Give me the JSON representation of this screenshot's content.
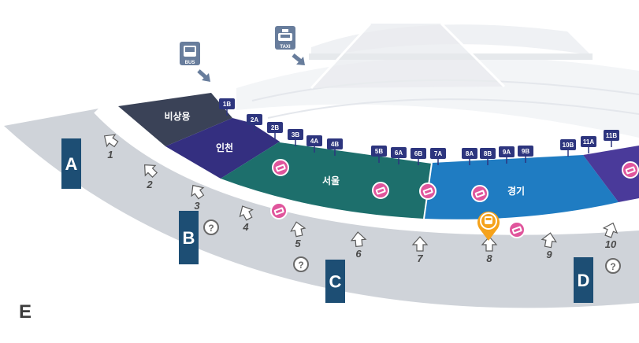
{
  "map": {
    "colors": {
      "walkway": "#cfd3d9",
      "emergency": "#3a4257",
      "incheon": "#342f80",
      "seoul": "#1d6f6c",
      "gyeonggi": "#1f7cc2",
      "far_zone": "#4a3a9a",
      "letter_marker": "#1d4e74",
      "gate_badge": "#2d357e",
      "store_icon": "#e0559c",
      "bus_pin": "#f5a21b",
      "transport_icon": "#687d9c"
    },
    "zones": {
      "emergency": "비상용",
      "incheon": "인천",
      "seoul": "서울",
      "gyeonggi": "경기"
    },
    "gates": [
      "1B",
      "2A",
      "2B",
      "3B",
      "4A",
      "4B",
      "5B",
      "6A",
      "6B",
      "7A",
      "8A",
      "8B",
      "9A",
      "9B",
      "10B",
      "11A",
      "11B"
    ],
    "entrances": [
      "1",
      "2",
      "3",
      "4",
      "5",
      "6",
      "7",
      "8",
      "9",
      "10"
    ],
    "sections": [
      "A",
      "B",
      "C",
      "D"
    ],
    "corner_label": "E",
    "transport": {
      "bus": "BUS",
      "taxi": "TAXI"
    },
    "icons": [
      "bus-icon",
      "taxi-icon",
      "shop-icon",
      "info-icon",
      "map-pin-bus-icon",
      "arrow-icon"
    ]
  }
}
